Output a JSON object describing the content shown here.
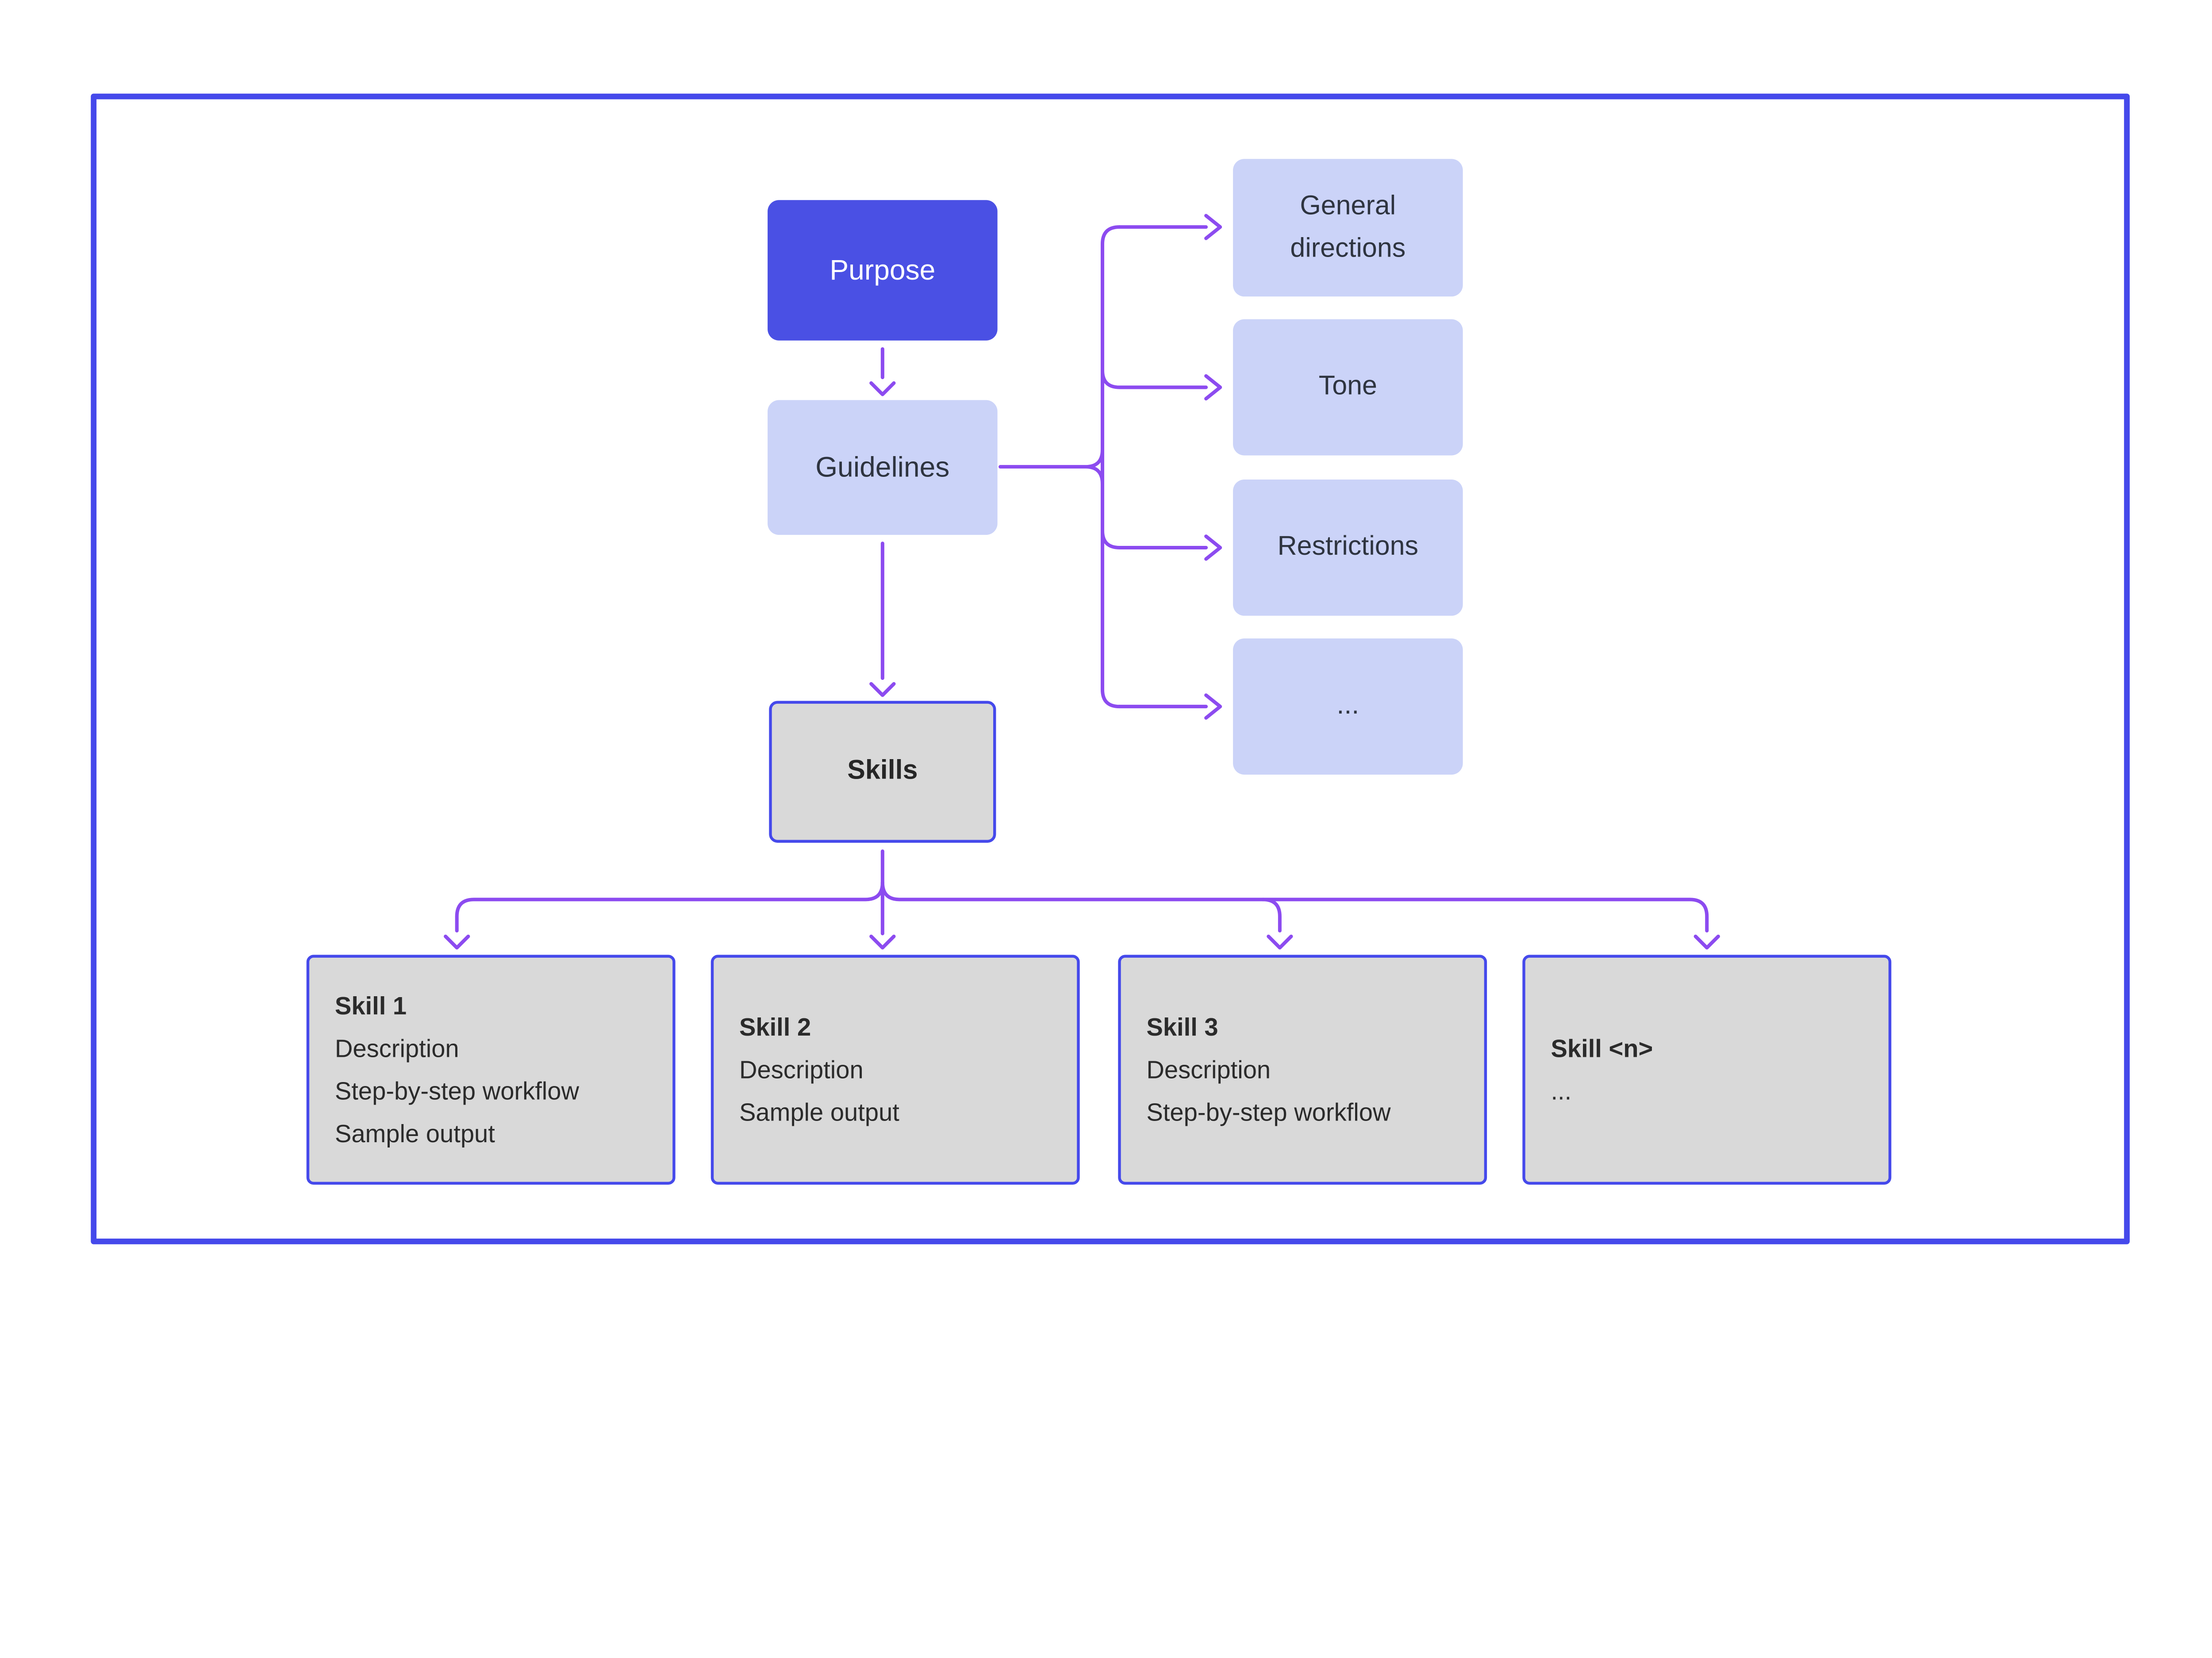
{
  "colors": {
    "frame-blue": "#4549EB",
    "node-indigo": "#4A50E4",
    "node-lavender": "#CBD3F8",
    "node-gray": "#D9D9D9",
    "arrow-purple": "#8C4BF0",
    "text-dark": "#2E3440",
    "text-light": "#FFFFFF"
  },
  "diagram": {
    "purpose": {
      "label": "Purpose"
    },
    "guidelines": {
      "label": "Guidelines"
    },
    "skills": {
      "label": "Skills"
    },
    "guideline_items": [
      {
        "label": "General directions"
      },
      {
        "label": "Tone"
      },
      {
        "label": "Restrictions"
      },
      {
        "label": "..."
      }
    ],
    "skill_cards": [
      {
        "title": "Skill 1",
        "lines": [
          "Description",
          "Step-by-step workflow",
          "Sample output"
        ]
      },
      {
        "title": "Skill 2",
        "lines": [
          "Description",
          "Sample output"
        ]
      },
      {
        "title": "Skill 3",
        "lines": [
          "Description",
          "Step-by-step workflow"
        ]
      },
      {
        "title": "Skill <n>",
        "lines": [
          "..."
        ]
      }
    ]
  }
}
